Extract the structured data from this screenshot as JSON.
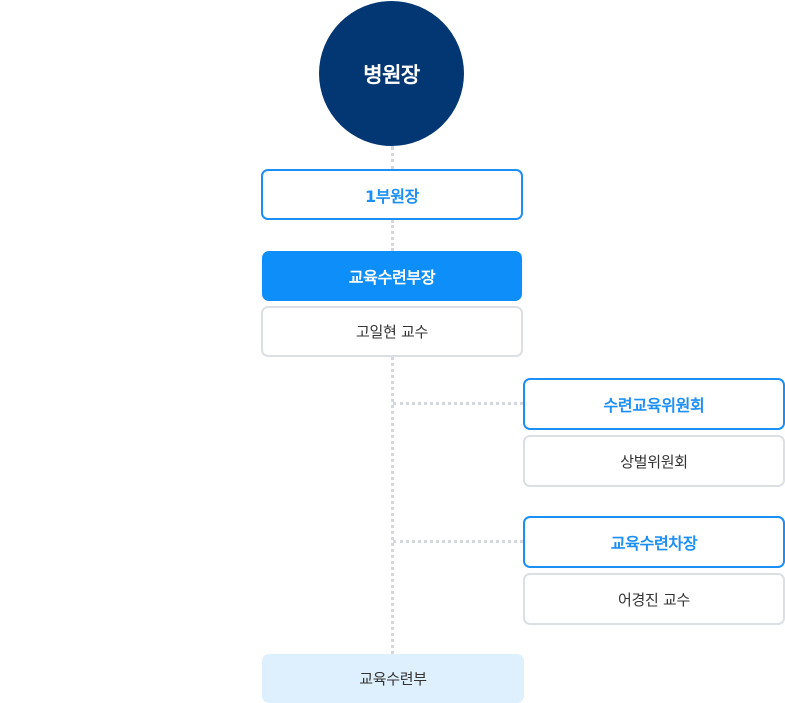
{
  "org_chart": {
    "director": "병원장",
    "first_deputy": "1부원장",
    "education_head": {
      "title": "교육수련부장",
      "person": "고일현 교수"
    },
    "committee": {
      "title": "수련교육위원회",
      "sub": "상벌위원회"
    },
    "deputy_head": {
      "title": "교육수련차장",
      "person": "어경진 교수"
    },
    "department": "교육수련부"
  },
  "colors": {
    "navy": "#033774",
    "blue": "#1c8ff5",
    "blue_fill": "#0e8ef8",
    "light_blue": "#def0fd",
    "gray_border": "#dcdfe4",
    "connector": "#d4d8de"
  }
}
